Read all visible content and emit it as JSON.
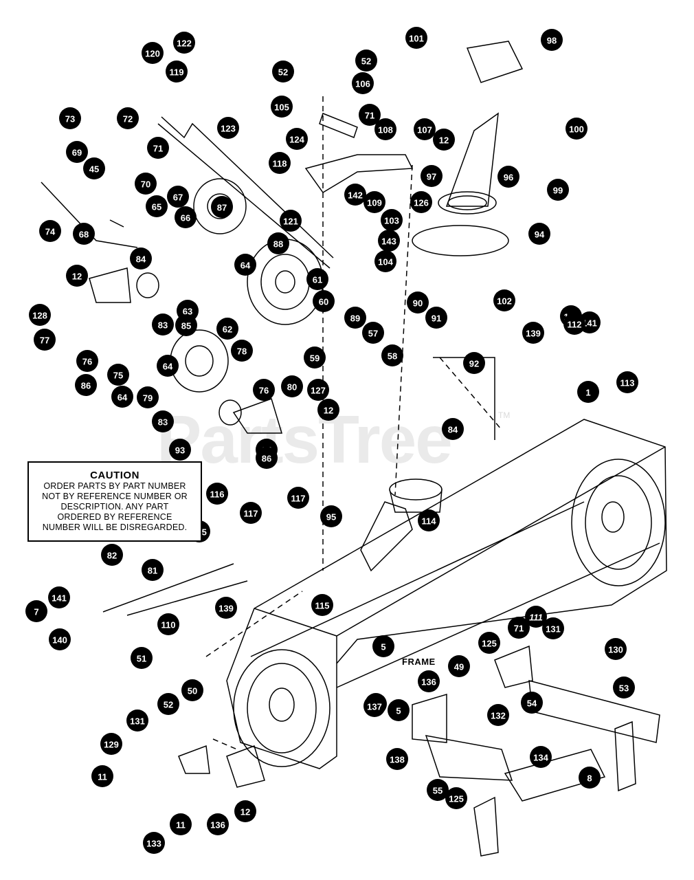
{
  "caution": {
    "title": "CAUTION",
    "lines": [
      "ORDER PARTS BY PART NUMBER",
      "NOT BY REFERENCE NUMBER OR",
      "DESCRIPTION. ANY PART",
      "ORDERED BY REFERENCE",
      "NUMBER WILL BE DISREGARDED."
    ]
  },
  "frame_label": "FRAME",
  "watermark": {
    "text": "PartsTree",
    "tm": "TM"
  },
  "callouts": [
    "120",
    "122",
    "52",
    "106",
    "52",
    "101",
    "98",
    "119",
    "105",
    "71",
    "123",
    "124",
    "108",
    "107",
    "12",
    "100",
    "73",
    "72",
    "71",
    "109",
    "97",
    "96",
    "99",
    "45",
    "70",
    "126",
    "142",
    "94",
    "67",
    "87",
    "103",
    "69",
    "65",
    "66",
    "121",
    "118",
    "143",
    "88",
    "74",
    "68",
    "84",
    "64",
    "104",
    "102",
    "12",
    "63",
    "61",
    "89",
    "90",
    "60",
    "128",
    "83",
    "85",
    "62",
    "91",
    "139",
    "110",
    "141",
    "112",
    "77",
    "57",
    "76",
    "86",
    "59",
    "58",
    "113",
    "78",
    "75",
    "92",
    "64",
    "79",
    "64",
    "1",
    "76",
    "80",
    "127",
    "12",
    "83",
    "93",
    "84",
    "85",
    "86",
    "116",
    "117",
    "117",
    "95",
    "114",
    "125",
    "82",
    "81",
    "115",
    "139",
    "141",
    "7",
    "110",
    "140",
    "51",
    "5",
    "111",
    "132",
    "71",
    "131",
    "125",
    "130",
    "49",
    "50",
    "52",
    "131",
    "136",
    "53",
    "129",
    "132",
    "5",
    "137",
    "54",
    "11",
    "138",
    "134",
    "8",
    "12",
    "11",
    "136",
    "125",
    "55",
    "133"
  ]
}
